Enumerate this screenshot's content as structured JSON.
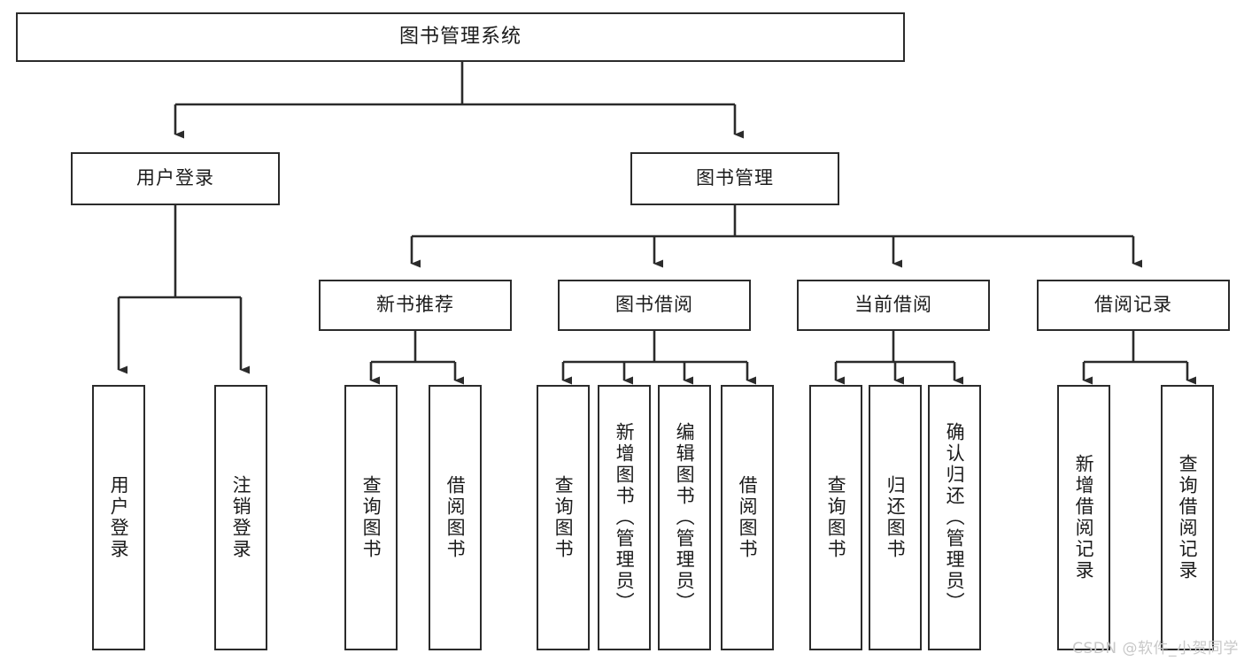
{
  "diagram": {
    "title": "图书管理系统",
    "watermark": "CSDN @软件_小贺同学",
    "colors": {
      "stroke": "#2b2b2b",
      "fill": "#ffffff",
      "text": "#1b1b1b",
      "watermark": "#c8c8c8"
    },
    "root": {
      "label": "图书管理系统"
    },
    "level2": [
      {
        "label": "用户登录"
      },
      {
        "label": "图书管理"
      }
    ],
    "level3": [
      {
        "label": "新书推荐"
      },
      {
        "label": "图书借阅"
      },
      {
        "label": "当前借阅"
      },
      {
        "label": "借阅记录"
      }
    ],
    "leaves_user_login": [
      {
        "label": "用户登录"
      },
      {
        "label": "注销登录"
      }
    ],
    "leaves_new_book": [
      {
        "label": "查询图书"
      },
      {
        "label": "借阅图书"
      }
    ],
    "leaves_borrow": [
      {
        "label": "查询图书"
      },
      {
        "label": "新增图书（管理员）"
      },
      {
        "label": "编辑图书（管理员）"
      },
      {
        "label": "借阅图书"
      }
    ],
    "leaves_current": [
      {
        "label": "查询图书"
      },
      {
        "label": "归还图书"
      },
      {
        "label": "确认归还（管理员）"
      }
    ],
    "leaves_record": [
      {
        "label": "新增借阅记录"
      },
      {
        "label": "查询借阅记录"
      }
    ]
  }
}
